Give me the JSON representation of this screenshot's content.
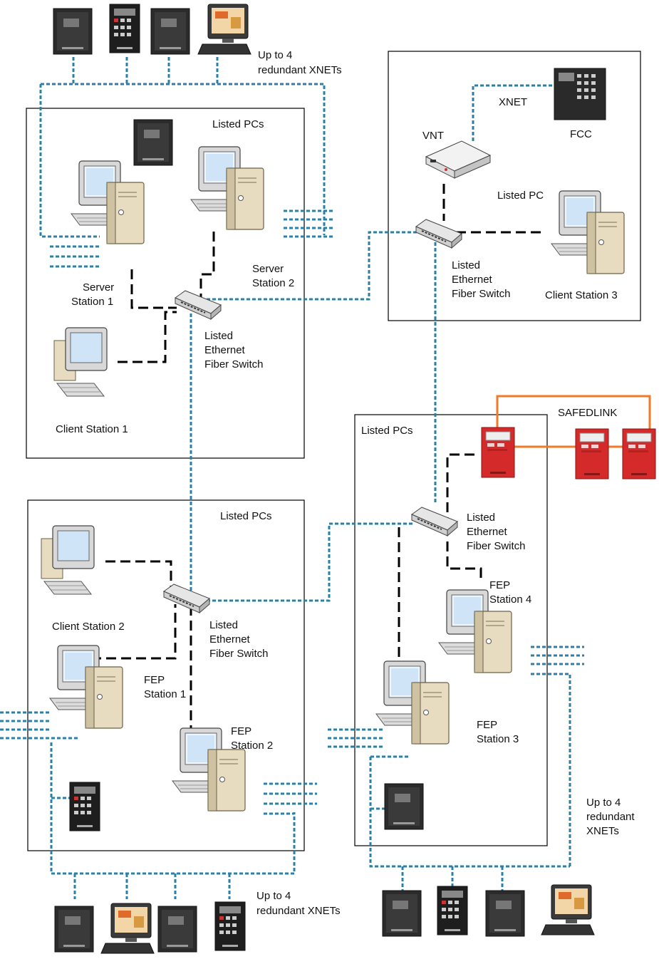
{
  "labels": {
    "xnets_top": [
      "Up to 4",
      "redundant XNETs"
    ],
    "xnets_bottom_left": [
      "Up to 4",
      "redundant XNETs"
    ],
    "xnets_bottom_right": [
      "Up to 4",
      "redundant",
      "XNETs"
    ],
    "listed_pcs_a": "Listed PCs",
    "listed_pcs_b": "Listed PCs",
    "listed_pcs_c": "Listed PCs",
    "listed_pc": "Listed PC",
    "switch_label": [
      "Listed",
      "Ethernet",
      "Fiber Switch"
    ],
    "server1": [
      "Server",
      "Station 1"
    ],
    "server2": [
      "Server",
      "Station 2"
    ],
    "client1": "Client Station 1",
    "client2": "Client Station 2",
    "client3": "Client Station 3",
    "fep1": [
      "FEP",
      "Station 1"
    ],
    "fep2": [
      "FEP",
      "Station 2"
    ],
    "fep3": [
      "FEP",
      "Station 3"
    ],
    "fep4": [
      "FEP",
      "Station 4"
    ],
    "vnt": "VNT",
    "xnet": "XNET",
    "fcc": "FCC",
    "safedlink": "SAFEDLINK"
  },
  "colors": {
    "xnet_line": "#2e7fa8",
    "ethernet_line": "#000000",
    "safedlink_line": "#f07a2a",
    "panel_red": "#d42a2a",
    "panel_dark": "#2b2b2b",
    "pc_beige": "#e8dcc0"
  }
}
